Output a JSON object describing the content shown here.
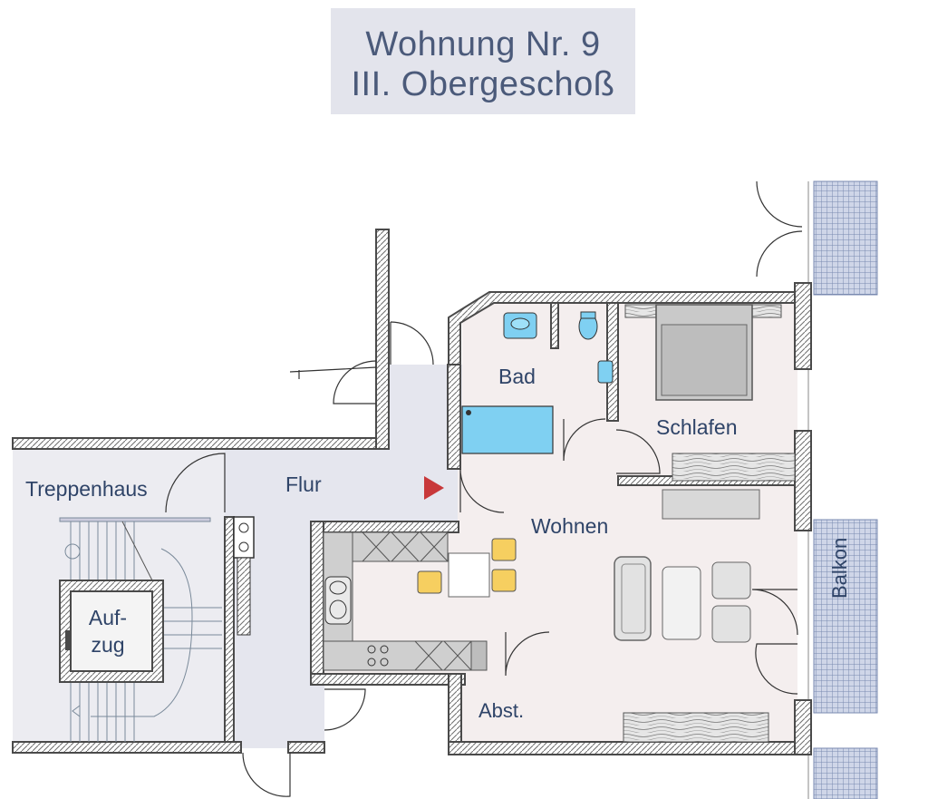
{
  "title": {
    "line1": "Wohnung Nr. 9",
    "line2": "III. Obergeschoß"
  },
  "rooms": {
    "treppenhaus": "Treppenhaus",
    "flur": "Flur",
    "bad": "Bad",
    "schlafen": "Schlafen",
    "wohnen": "Wohnen",
    "abst": "Abst.",
    "balkon": "Balkon",
    "aufzug_line1": "Auf-",
    "aufzug_line2": "zug"
  },
  "colors": {
    "wall": "#4a4a4a",
    "flur_floor": "#e5e6ee",
    "apartment_floor": "#f4eeee",
    "bathroom_fixture": "#7fd0f2",
    "entrance_marker": "#c8383a",
    "stool": "#f6cf60",
    "balcony_grid": "#7a8ab0",
    "label": "#2f4468"
  },
  "icons": [
    "entrance-arrow-icon",
    "elevator-icon",
    "shower-icon",
    "toilet-icon",
    "washbasin-icon",
    "bed-icon",
    "sofa-icon",
    "sink-icon",
    "stove-icon"
  ]
}
